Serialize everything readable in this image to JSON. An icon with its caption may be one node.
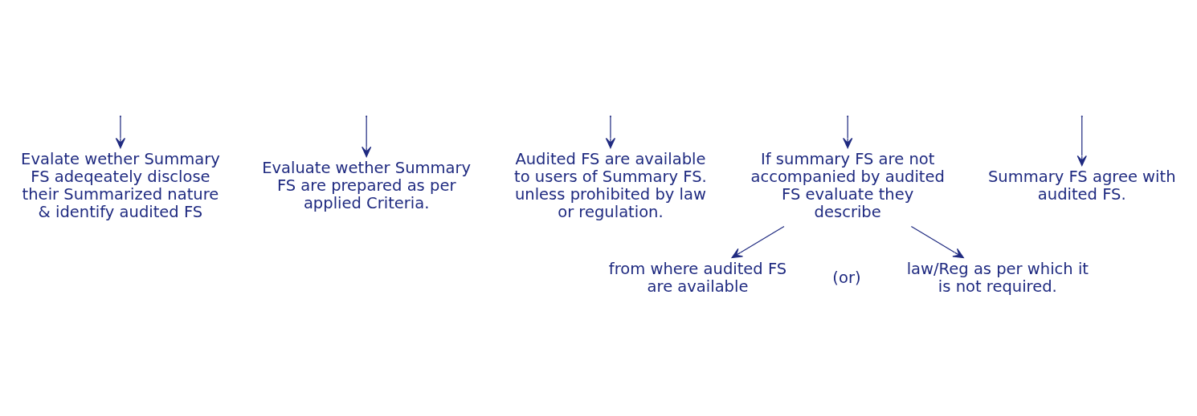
{
  "diagram": {
    "nodes": [
      {
        "text": [
          "Evalate wether Summary FS adeqeately disclose their Summarized nature & identify audited FS"
        ]
      },
      {
        "text": [
          "Evaluate wether Summary FS are prepared as per applied Criteria."
        ]
      },
      {
        "text": [
          "Audited FS are available to users of Summary FS. unless prohibited by law or regulation."
        ]
      },
      {
        "text": [
          "If summary FS are not accompanied by audited FS evaluate they describe"
        ]
      },
      {
        "text": [
          "Summary FS agree with audited FS."
        ]
      },
      {
        "text": [
          "from where audited FS are available"
        ]
      },
      {
        "text": [
          "law/Reg as per which it is not required."
        ]
      }
    ],
    "edges": [
      {
        "from": null,
        "to": 0,
        "arrow": "to"
      },
      {
        "from": null,
        "to": 1,
        "arrow": "to"
      },
      {
        "from": null,
        "to": 2,
        "arrow": "to"
      },
      {
        "from": null,
        "to": 3,
        "arrow": "to"
      },
      {
        "from": null,
        "to": 4,
        "arrow": "to"
      },
      {
        "from": 3,
        "to": 5,
        "arrow": "to"
      },
      {
        "from": 3,
        "to": 6,
        "arrow": "to"
      }
    ],
    "labels": [
      "(or)"
    ]
  }
}
